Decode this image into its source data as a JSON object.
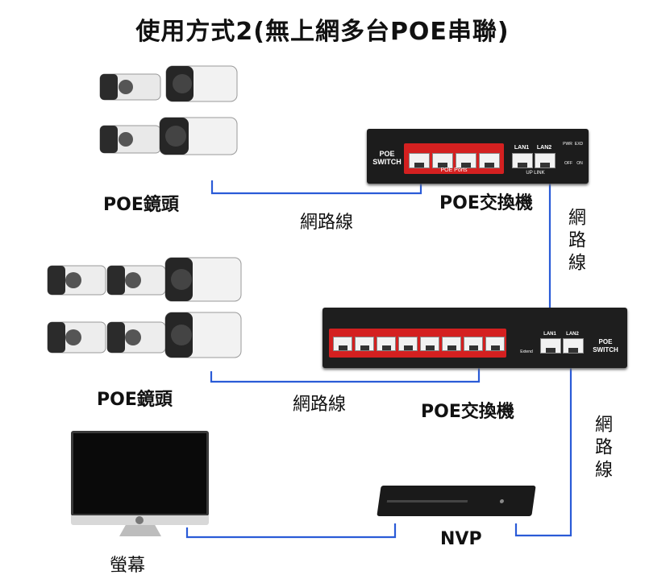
{
  "title": "使用方式2(無上網多台POE串聯)",
  "labels": {
    "camera_group_1": "POE鏡頭",
    "camera_group_2": "POE鏡頭",
    "switch_1": "POE交換機",
    "switch_2": "POE交換機",
    "cable_1": "網路線",
    "cable_2": "網路線",
    "cable_vertical_1": "網路線",
    "cable_vertical_2": "網路線",
    "nvp": "NVP",
    "monitor": "螢幕"
  },
  "switch_1_text": {
    "brand_line1": "POE",
    "brand_line2": "SWITCH",
    "poe_ports": "POE Ports",
    "uplink": "UP LINK",
    "lan1": "LAN1",
    "lan2": "LAN2",
    "pwr": "PWR",
    "ext": "EXD",
    "off": "OFF",
    "on": "ON"
  },
  "switch_2_text": {
    "brand_line1": "POE",
    "brand_line2": "SWITCH",
    "lan1": "LAN1",
    "lan2": "LAN2",
    "extend": "Extend"
  },
  "colors": {
    "wire": "#2a5bd7",
    "poe_red": "#d42020",
    "device_dark": "#1c1c1c"
  }
}
